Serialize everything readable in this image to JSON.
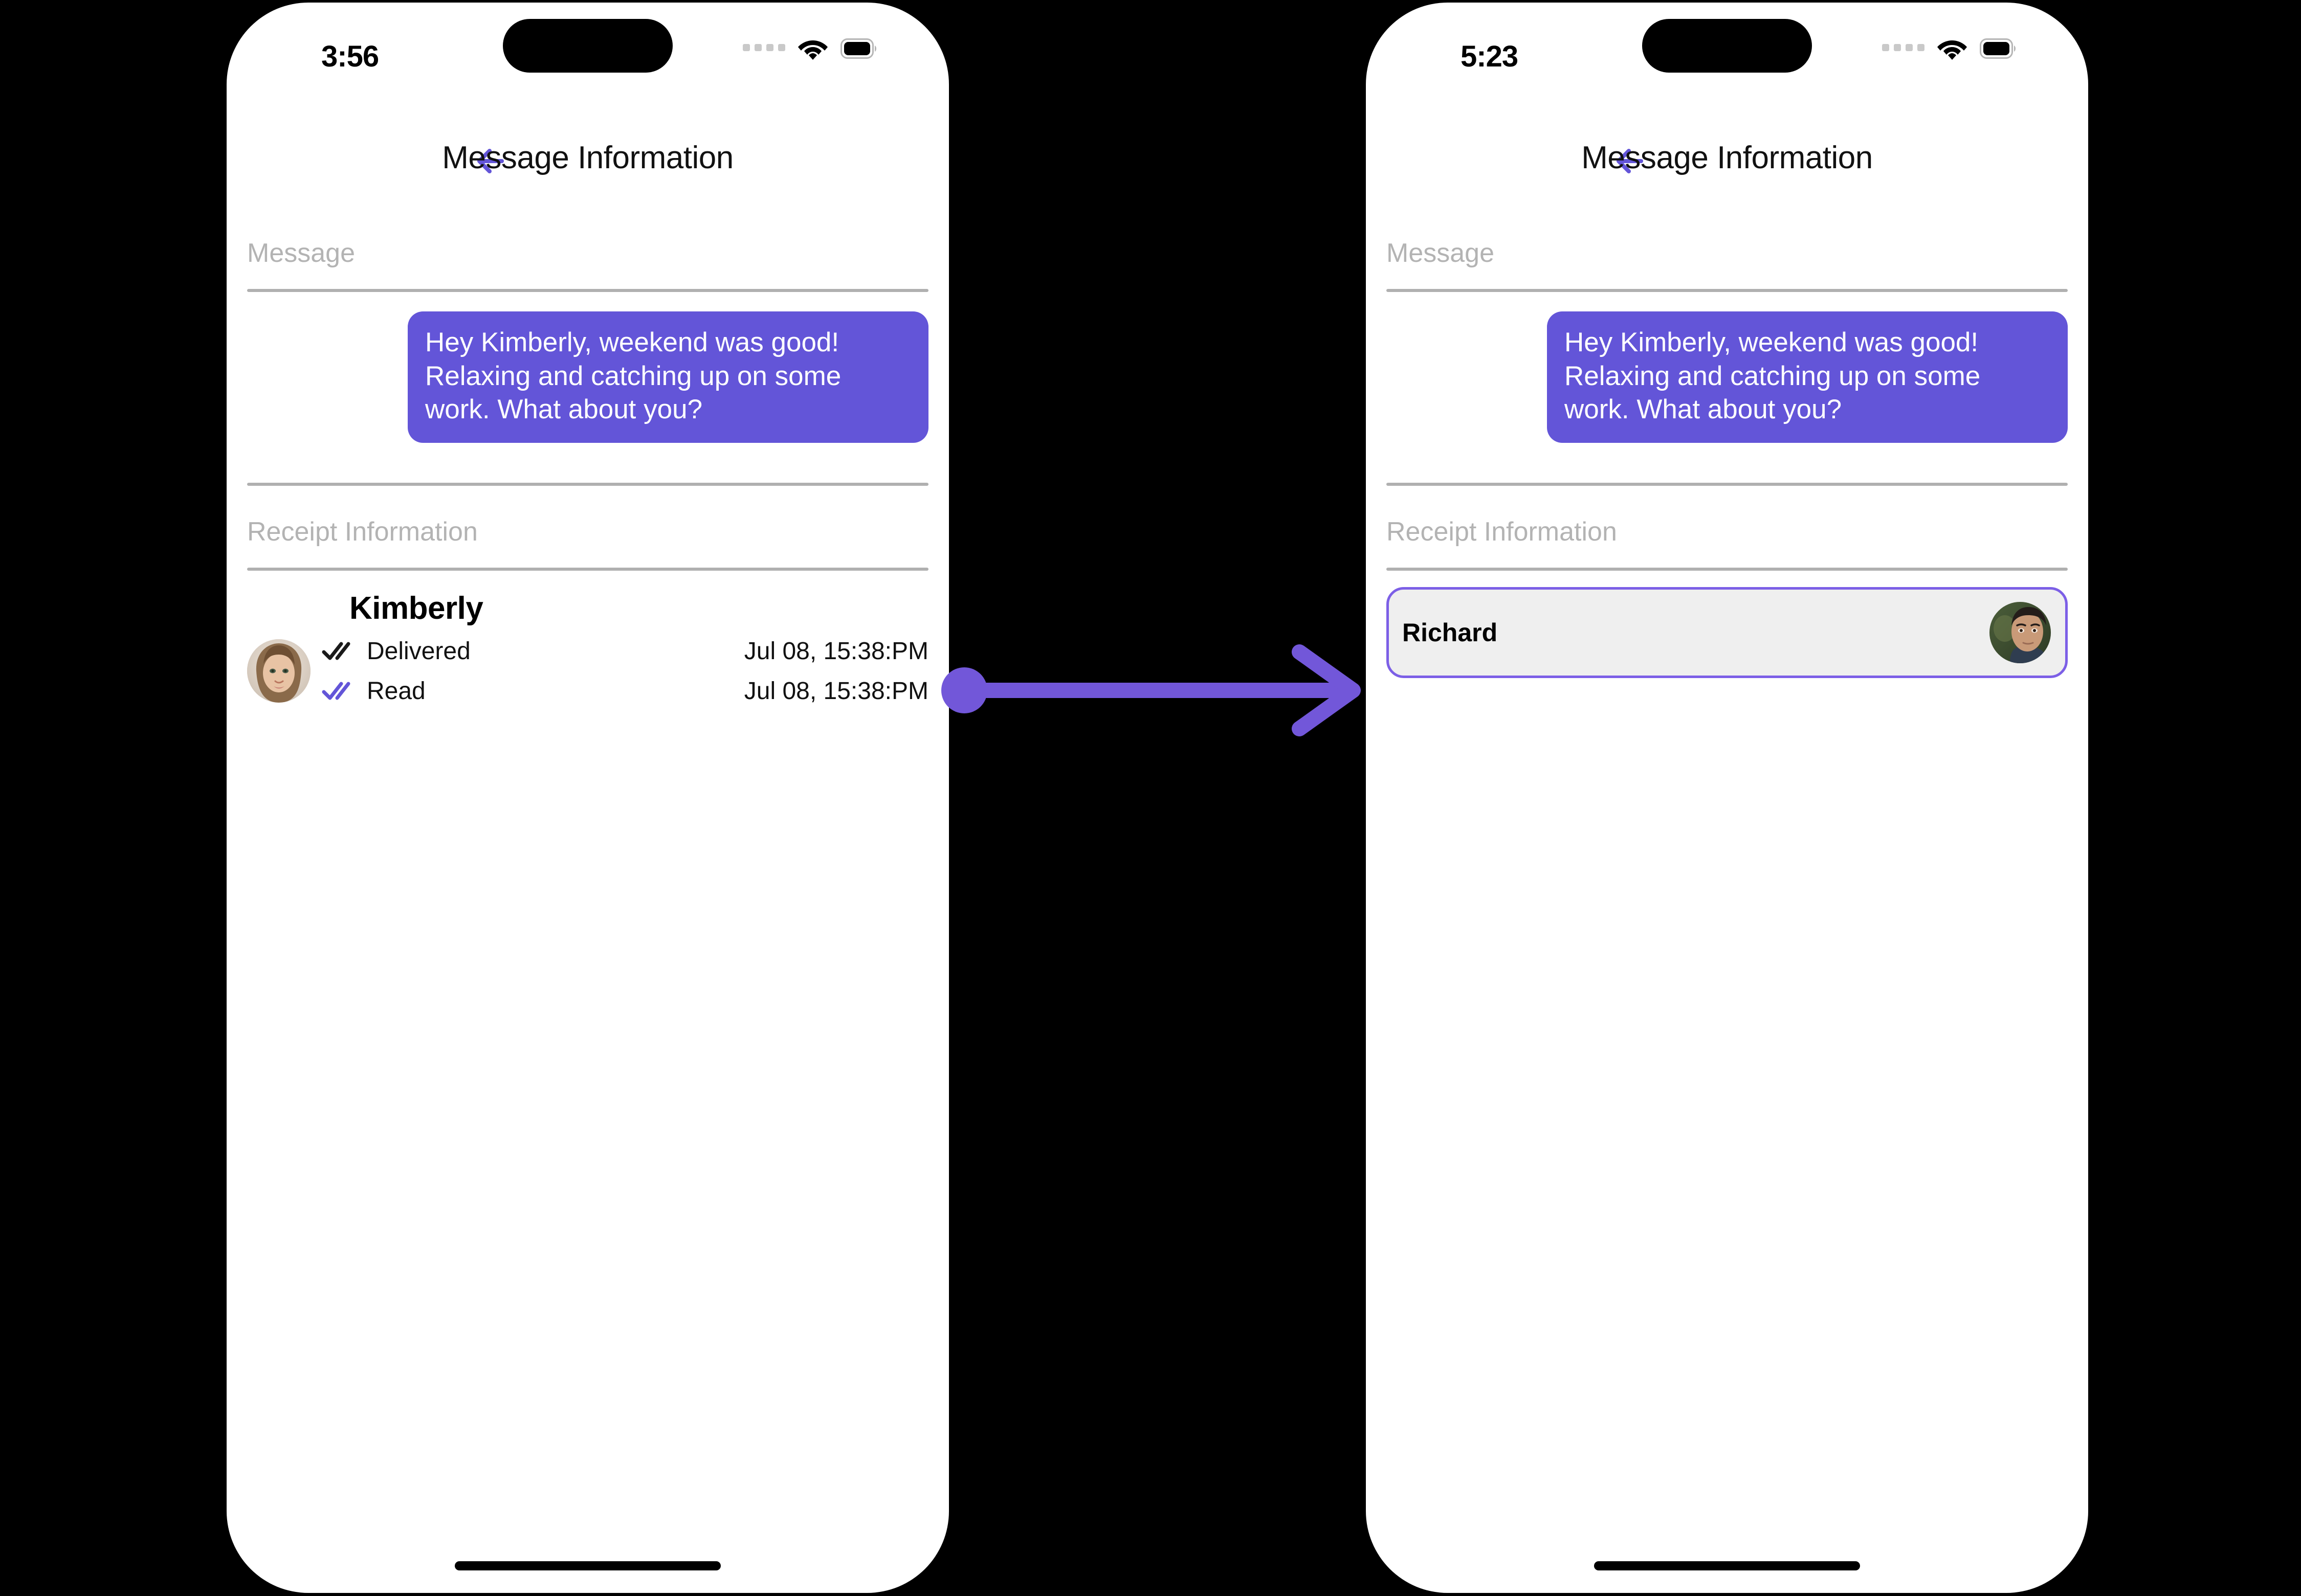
{
  "accent": {
    "purple": "#6355d8",
    "arrow_purple": "#7257d9",
    "card_border": "#7c5fe6",
    "card_background": "#efefef",
    "label_gray": "#b3b3b3",
    "divider_gray": "#b0b0b0",
    "canvas_background": "#000000"
  },
  "phones": [
    {
      "id": "left",
      "status_bar": {
        "time": "3:56",
        "cellular_icon": "cellular-dots-icon",
        "wifi_icon": "wifi-icon",
        "battery_icon": "battery-full-icon"
      },
      "nav": {
        "back_icon": "back-arrow-icon",
        "title": "Message Information"
      },
      "sections": {
        "message_label": "Message",
        "message_text": "Hey Kimberly, weekend was good!  Relaxing and catching up on some work. What about you?",
        "receipt_label": "Receipt Information"
      },
      "receipt": {
        "name": "Kimberly",
        "avatar_icon": "avatar-kimberly",
        "rows": [
          {
            "status": "Delivered",
            "timestamp": "Jul 08, 15:38:PM",
            "check_icon": "double-check-icon",
            "check_color": "#1a1a1a"
          },
          {
            "status": "Read",
            "timestamp": "Jul 08, 15:38:PM",
            "check_icon": "double-check-icon",
            "check_color": "#6355d8"
          }
        ]
      }
    },
    {
      "id": "right",
      "status_bar": {
        "time": "5:23",
        "cellular_icon": "cellular-dots-icon",
        "wifi_icon": "wifi-icon",
        "battery_icon": "battery-full-icon"
      },
      "nav": {
        "back_icon": "back-arrow-icon",
        "title": "Message Information"
      },
      "sections": {
        "message_label": "Message",
        "message_text": "Hey Kimberly, weekend was good!  Relaxing and catching up on some work. What about you?",
        "receipt_label": "Receipt Information"
      },
      "contact_card": {
        "name": "Richard",
        "avatar_icon": "avatar-richard",
        "selected": true
      }
    }
  ],
  "annotation": {
    "type": "arrow",
    "label": "transition-arrow",
    "color": "#7257d9",
    "direction": "left-to-right"
  }
}
